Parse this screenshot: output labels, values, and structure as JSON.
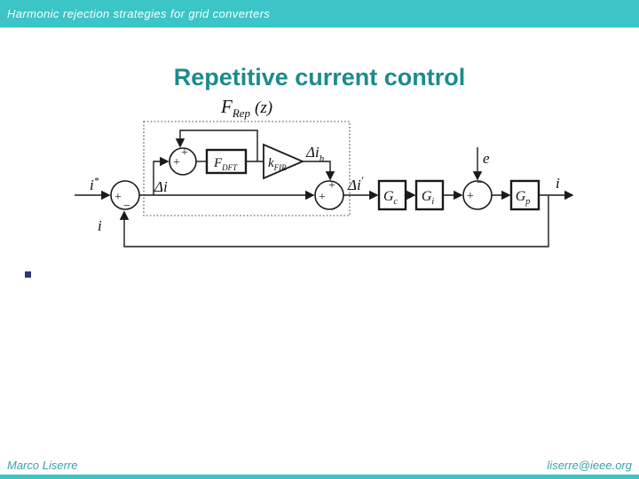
{
  "header": {
    "title": "Harmonic rejection strategies for grid converters"
  },
  "slide": {
    "title": "Repetitive current control"
  },
  "footer": {
    "author": "Marco Liserre",
    "email": "liserre@ieee.org"
  },
  "colors": {
    "header_bar": "#3bc5c6",
    "title_text": "#1b8b8e",
    "footer_text": "#38a2a8",
    "bullet": "#333377",
    "diagram_stroke": "#1a1a1a"
  },
  "diagram": {
    "frep": {
      "base": "F",
      "sub": "Rep",
      "arg": "(z)"
    },
    "input_label": {
      "base": "i",
      "sup": "*"
    },
    "delta_i": "Δi",
    "delta_i_h": {
      "base": "Δi",
      "sub": "h"
    },
    "delta_i_prime": {
      "base": "Δi",
      "sup": "′"
    },
    "e_label": "e",
    "output_label": "i",
    "feedback_label": "i",
    "blocks": {
      "f_dft": {
        "base": "F",
        "sub": "DFT"
      },
      "k_fir": {
        "base": "k",
        "sub": "FIR"
      },
      "g_c": {
        "base": "G",
        "sub": "c"
      },
      "g_i": {
        "base": "G",
        "sub": "i"
      },
      "g_p": {
        "base": "G",
        "sub": "p"
      }
    },
    "signs": {
      "plus": "+",
      "minus": "−"
    }
  }
}
